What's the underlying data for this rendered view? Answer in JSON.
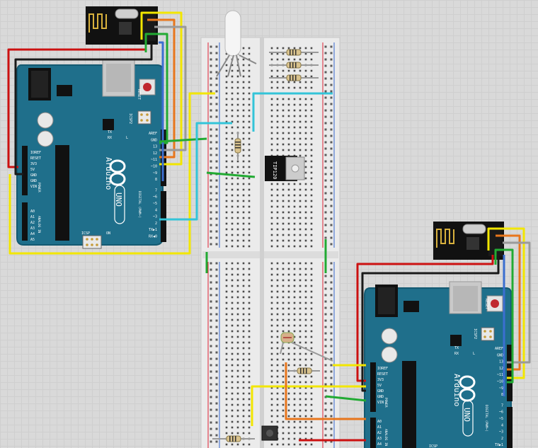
{
  "arduino": {
    "brand": "Arduino",
    "model": "UNO",
    "reset": "RESET",
    "icsp": "ICSP",
    "icsp2": "ICSP2",
    "on": "ON",
    "tx": "TX",
    "rx": "RX",
    "l": "L",
    "digital": "DIGITAL (PWM~)",
    "power": "POWER",
    "analog": "ANALOG IN",
    "power_pins": [
      "IOREF",
      "RESET",
      "3V3",
      "5V",
      "GND",
      "GND",
      "VIN"
    ],
    "analog_pins": [
      "A0",
      "A1",
      "A2",
      "A3",
      "A4",
      "A5"
    ],
    "digital_pins": [
      "AREF",
      "GND",
      "13",
      "12",
      "~11",
      "~10",
      "~9",
      "8",
      "7",
      "~6",
      "~5",
      "4",
      "~3",
      "2",
      "TX▶1",
      "RX◀0"
    ]
  },
  "transistor": {
    "label": "TIP120"
  },
  "colors": {
    "board": "#1f6f8b",
    "red": "#cc1111",
    "black": "#1a1a1a",
    "yellow": "#f2e600",
    "orange": "#e8761c",
    "green": "#22aa33",
    "blue": "#3b6fd1",
    "grey": "#9a9a9a",
    "cyan": "#33c4d8",
    "brown": "#b8772a"
  }
}
